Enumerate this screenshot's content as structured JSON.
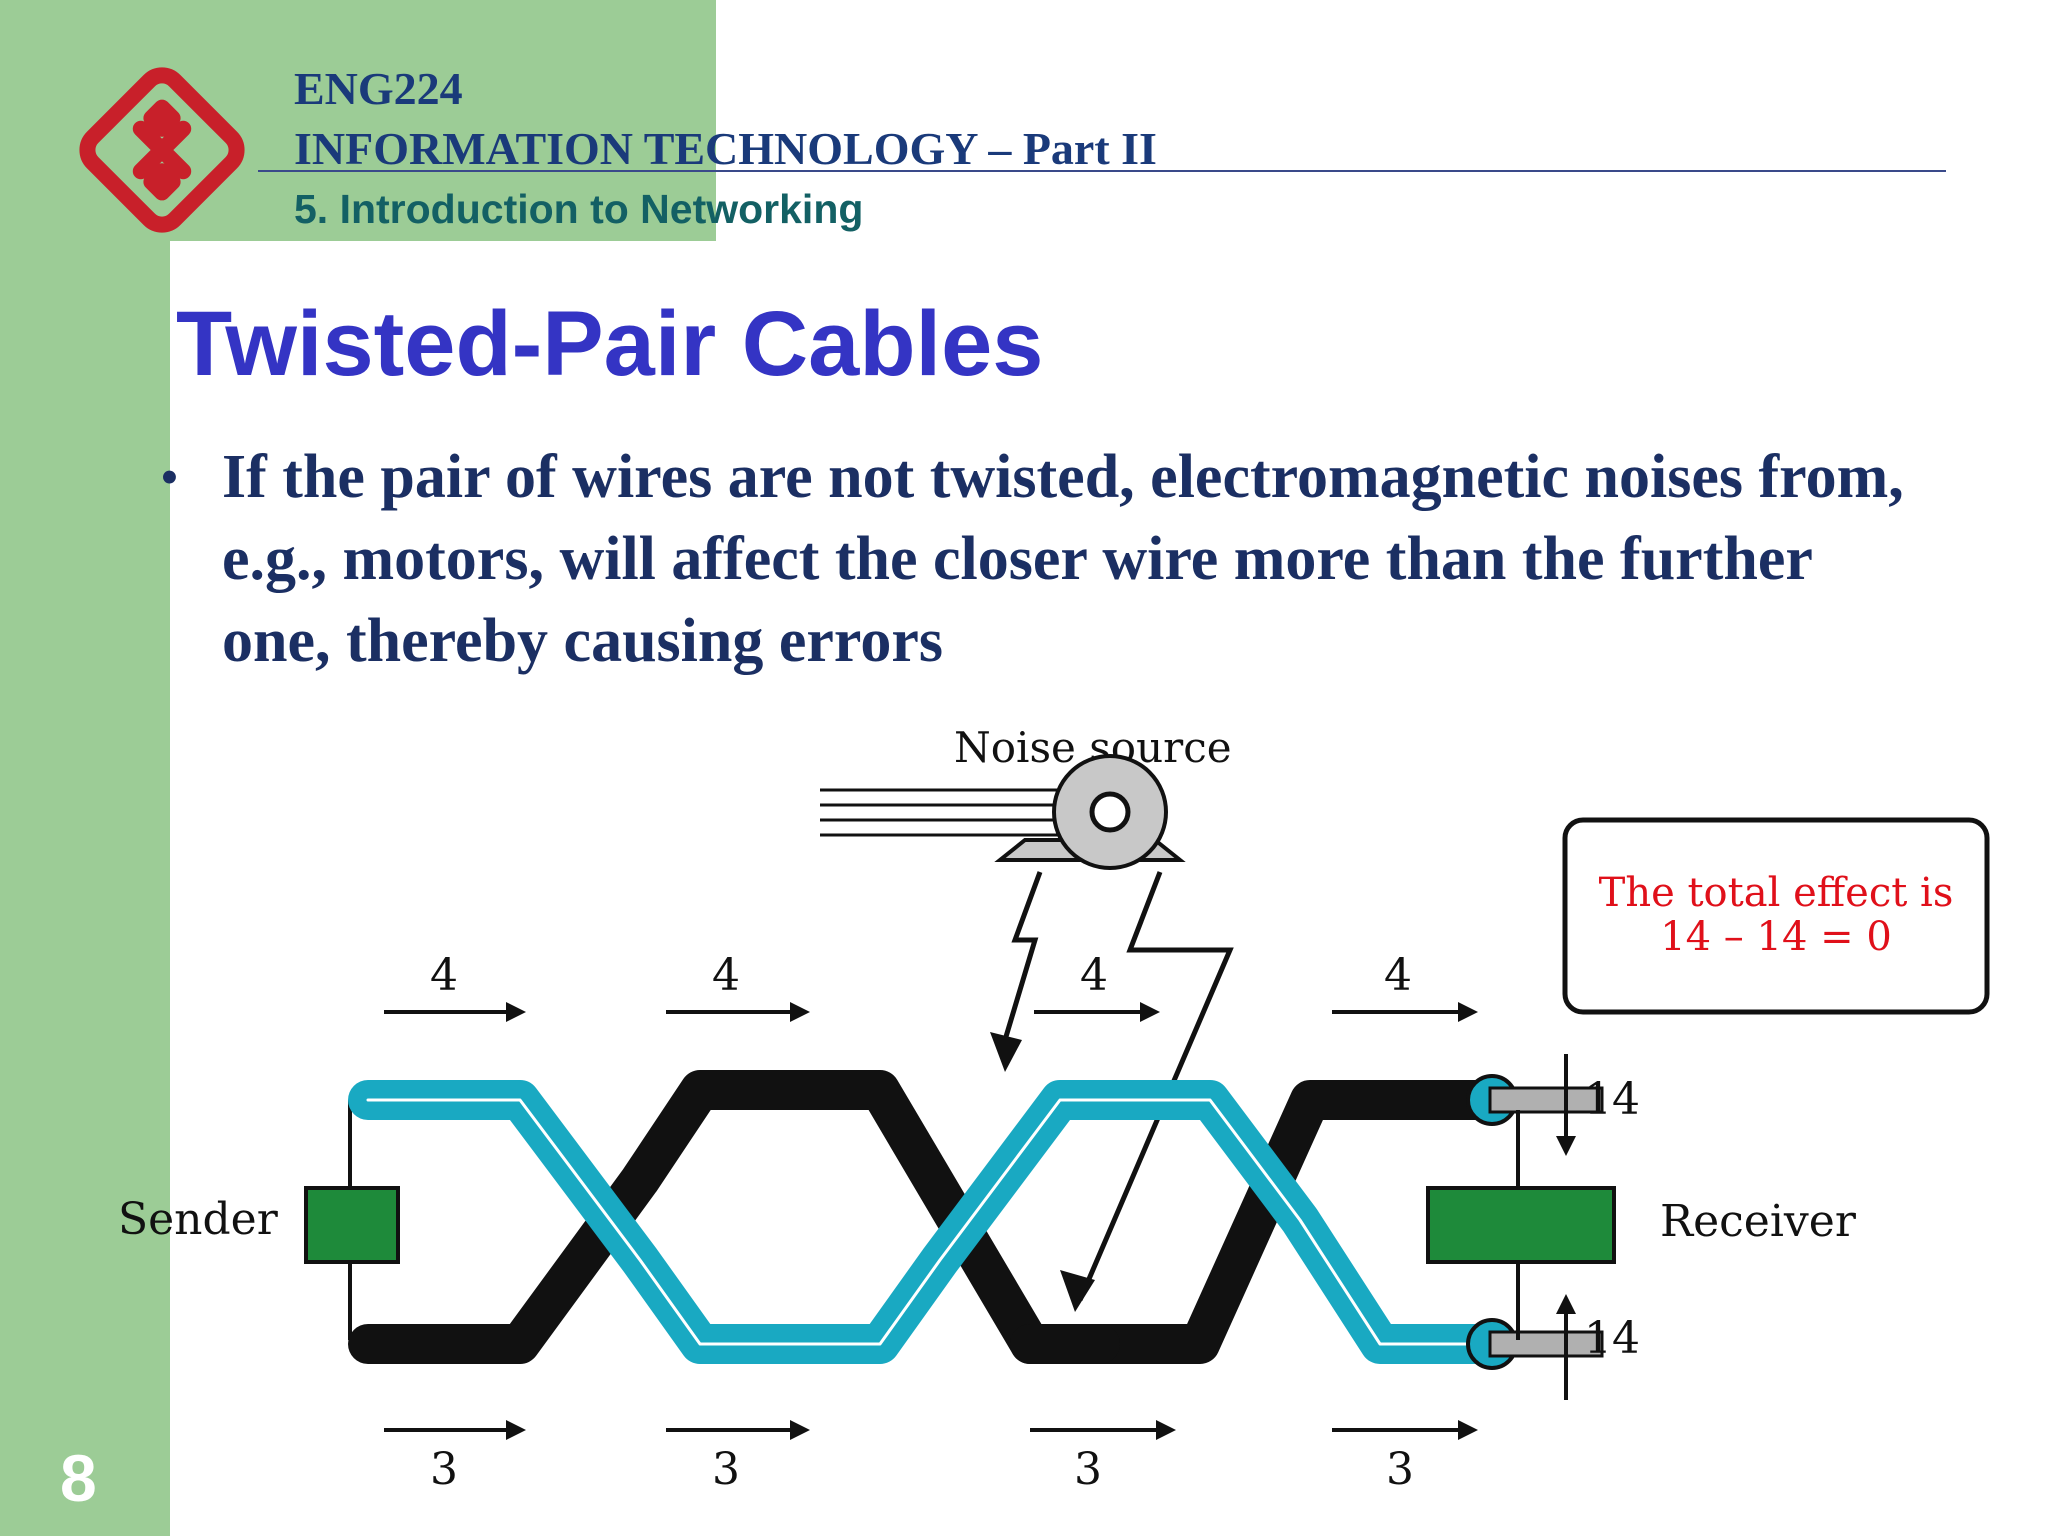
{
  "header": {
    "course_code": "ENG224",
    "course_name": "INFORMATION TECHNOLOGY – Part II",
    "chapter": "5. Introduction to Networking"
  },
  "slide": {
    "title": "Twisted-Pair Cables",
    "bullet": "If the pair of wires are not twisted, electromagnetic noises from, e.g., motors, will affect the closer wire more than the further one, thereby causing errors",
    "number": "8"
  },
  "diagram": {
    "noise_source_label": "Noise source",
    "sender_label": "Sender",
    "receiver_label": "Receiver",
    "top_values": [
      "4",
      "4",
      "4",
      "4"
    ],
    "bottom_values": [
      "3",
      "3",
      "3",
      "3"
    ],
    "receiver_top_value": "14",
    "receiver_bottom_value": "14",
    "total_effect_line1": "The total effect is",
    "total_effect_line2": "14 – 14 = 0"
  },
  "colors": {
    "green_band": "#9ccc96",
    "title_blue": "#3434c4",
    "body_navy": "#1b2f63",
    "logo_red": "#c8202a",
    "cable_teal": "#19a9c2",
    "effect_red": "#e0101a"
  }
}
